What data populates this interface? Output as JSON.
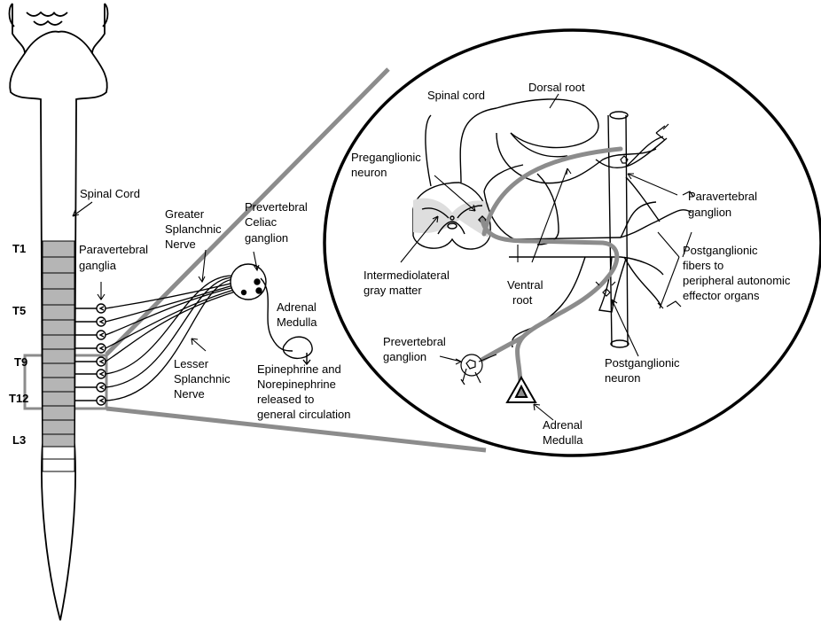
{
  "segments": {
    "t1": "T1",
    "t5": "T5",
    "t9": "T9",
    "t12": "T12",
    "l3": "L3"
  },
  "labels": {
    "spinal_cord_left": "Spinal Cord",
    "paravertebral_ganglia": [
      "Paravertebral",
      "ganglia"
    ],
    "greater_splanchnic": [
      "Greater",
      "Splanchnic",
      "Nerve"
    ],
    "lesser_splanchnic": [
      "Lesser",
      "Splanchnic",
      "Nerve"
    ],
    "celiac_ganglion": [
      "Prevertebral",
      "Celiac",
      "ganglion"
    ],
    "adrenal_medulla_left": [
      "Adrenal",
      "Medulla"
    ],
    "epinephrine_release": [
      "Epinephrine and",
      "Norepinephrine",
      "released to",
      "general circulation"
    ],
    "spinal_cord_detail": "Spinal cord",
    "dorsal_root": "Dorsal root",
    "preganglionic_neuron": [
      "Preganglionic",
      "neuron"
    ],
    "intermediolateral": [
      "Intermediolateral",
      "gray matter"
    ],
    "ventral_root": [
      "Ventral",
      "root"
    ],
    "paravertebral_ganglion": [
      "Paravertebral",
      "ganglion"
    ],
    "postganglionic_fibers": [
      "Postganglionic",
      "fibers to",
      "peripheral autonomic",
      "effector organs"
    ],
    "prevertebral_ganglion": [
      "Prevertebral",
      "ganglion"
    ],
    "postganglionic_neuron": [
      "Postganglionic",
      "neuron"
    ],
    "adrenal_medulla_detail": [
      "Adrenal",
      "Medulla"
    ]
  },
  "colors": {
    "ink": "#000000",
    "pathway": "#8c8c8c",
    "segment_fill": "#b5b5b5",
    "gray_matter": "#dedede"
  }
}
